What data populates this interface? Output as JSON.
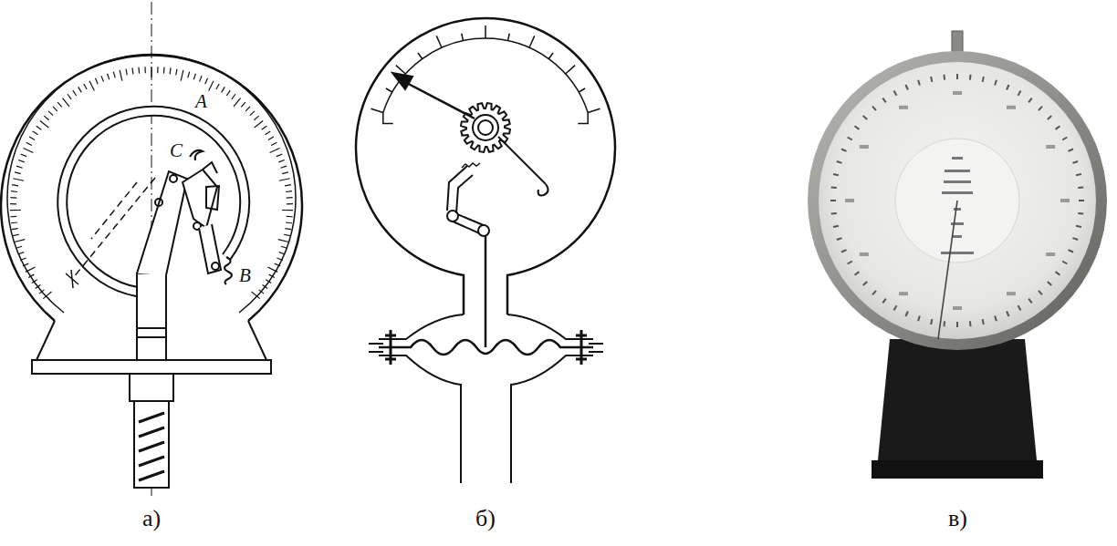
{
  "diagram": {
    "labels": [
      "A",
      "C",
      "B",
      "а)",
      "б)",
      "в)"
    ]
  }
}
